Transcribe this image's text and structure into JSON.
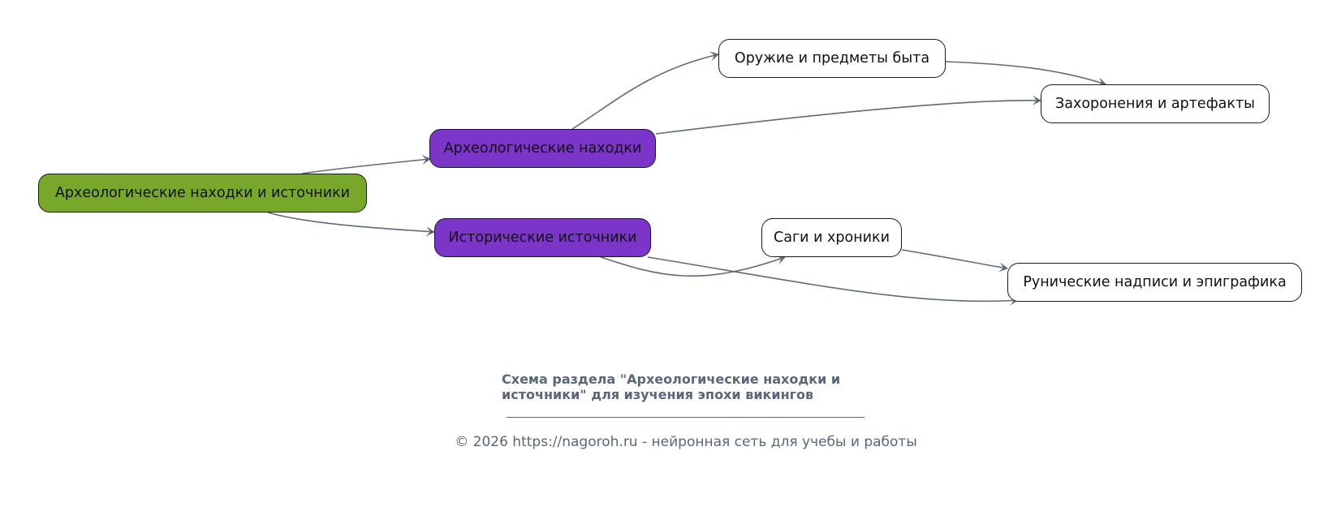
{
  "diagram": {
    "nodes": {
      "root": "Археологические находки и источники",
      "archaeological_finds": "Археологические находки",
      "historical_sources": "Исторические источники",
      "weapons": "Оружие и предметы быта",
      "burials": "Захоронения и артефакты",
      "sagas": "Саги и хроники",
      "runes": "Рунические надписи и эпиграфика"
    },
    "edges": [
      {
        "from": "root",
        "to": "archaeological_finds"
      },
      {
        "from": "root",
        "to": "historical_sources"
      },
      {
        "from": "archaeological_finds",
        "to": "weapons"
      },
      {
        "from": "archaeological_finds",
        "to": "burials"
      },
      {
        "from": "weapons",
        "to": "burials"
      },
      {
        "from": "historical_sources",
        "to": "sagas"
      },
      {
        "from": "historical_sources",
        "to": "runes"
      },
      {
        "from": "sagas",
        "to": "runes"
      }
    ],
    "colors": {
      "root_fill": "#77a82a",
      "branch_fill": "#7b35c9",
      "leaf_fill": "#ffffff",
      "edge": "#5f6b7a",
      "caption": "#5a6778"
    }
  },
  "caption": {
    "title": "Схема раздела \"Археологические находки и источники\" для изучения эпохи викингов",
    "footer": "© 2026 https://nagoroh.ru - нейронная сеть для учебы и работы"
  }
}
